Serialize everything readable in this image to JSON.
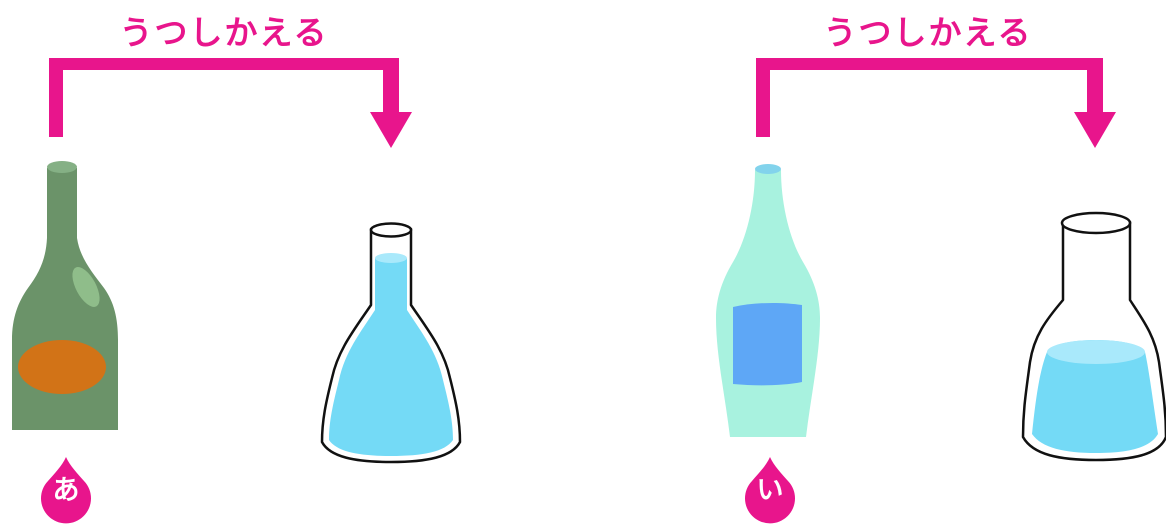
{
  "accent_color": "#e8158c",
  "panels": [
    {
      "title": "うつしかえる",
      "marker": "あ",
      "source_icon": "dark-green-wine-bottle-icon",
      "target_icon": "narrow-neck-flask-with-blue-liquid-icon"
    },
    {
      "title": "うつしかえる",
      "marker": "い",
      "source_icon": "light-green-bottle-with-blue-label-icon",
      "target_icon": "wide-neck-flask-with-blue-liquid-icon"
    }
  ]
}
